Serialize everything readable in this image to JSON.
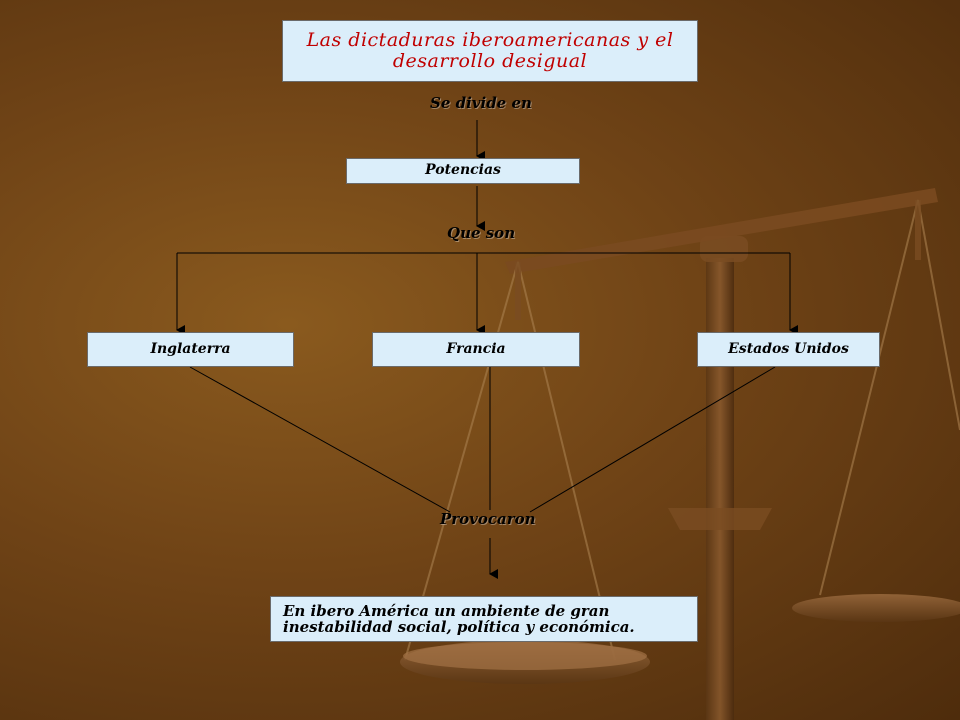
{
  "diagram": {
    "title": "Las dictaduras iberoamericanas y el desarrollo desigual",
    "edge_labels": {
      "divide": "Se divide en",
      "son": "Que son",
      "provocaron": "Provocaron"
    },
    "nodes": {
      "potencias": "Potencias",
      "inglaterra": "Inglaterra",
      "francia": "Francia",
      "eeuu": "Estados Unidos",
      "result": "En ibero América un ambiente de gran inestabilidad social, política y económica."
    }
  },
  "colors": {
    "background": "#6f4316",
    "box_fill": "#dbeefa",
    "title_text": "#c00000"
  }
}
